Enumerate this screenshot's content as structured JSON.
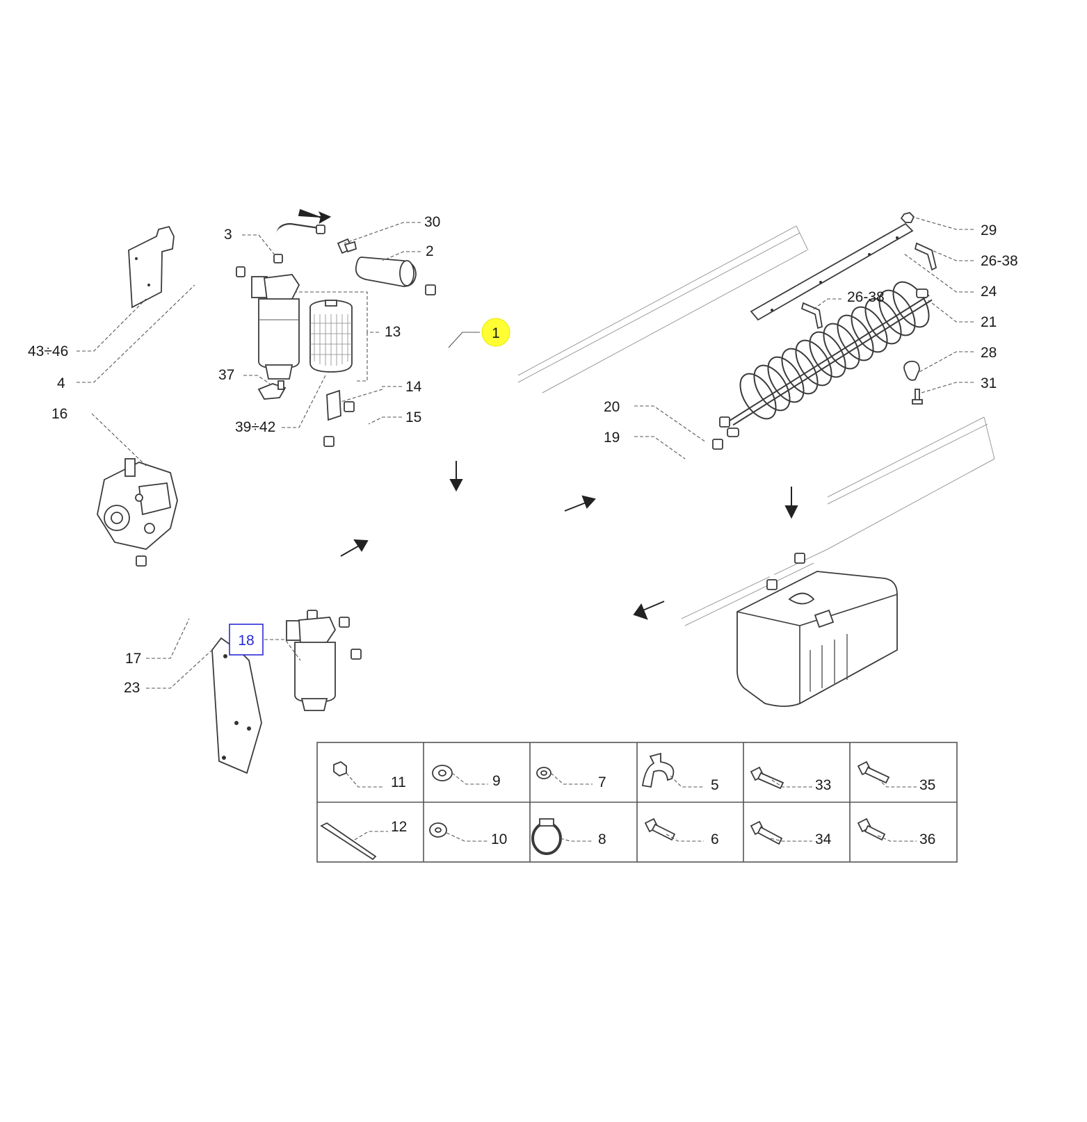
{
  "callouts": {
    "c1": "1",
    "c2": "2",
    "c3": "3",
    "c4": "4",
    "c13": "13",
    "c14": "14",
    "c15": "15",
    "c16": "16",
    "c17": "17",
    "c18": "18",
    "c19": "19",
    "c20": "20",
    "c21": "21",
    "c23": "23",
    "c24": "24",
    "c26_38a": "26-38",
    "c26_38b": "26-38",
    "c28": "28",
    "c29": "29",
    "c30": "30",
    "c31": "31",
    "c37": "37",
    "c39_42": "39÷42",
    "c43_46": "43÷46"
  },
  "hardware_table": {
    "row1": [
      "11",
      "9",
      "7",
      "5",
      "33",
      "35"
    ],
    "row2": [
      "12",
      "10",
      "8",
      "6",
      "34",
      "36"
    ]
  },
  "colors": {
    "highlight_marker": "#ffff33",
    "link_box": "#2a2ad8"
  }
}
